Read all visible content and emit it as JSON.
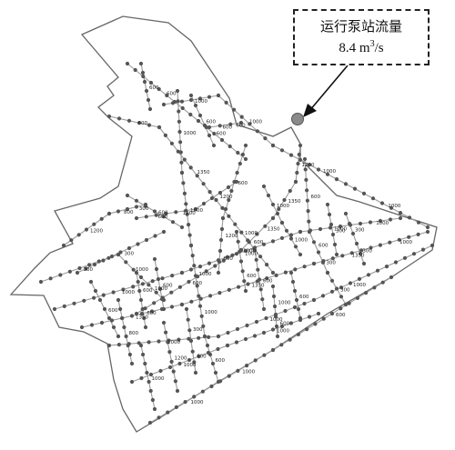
{
  "callout": {
    "title": "运行泵站流量",
    "value": "8.4 m",
    "unit_exp": "3",
    "unit_rest": "/s"
  },
  "pump_station": {
    "color": "#8a8a8a"
  },
  "colors": {
    "boundary": "#666666",
    "pipe": "#9a9a9a",
    "node": "#555555",
    "label": "#222222"
  },
  "diameter_labels": [
    "600",
    "600",
    "600",
    "600",
    "1350",
    "1000",
    "1000",
    "1000",
    "1000",
    "1000",
    "1200",
    "1350",
    "1350",
    "600",
    "600",
    "600",
    "1200",
    "800",
    "1000",
    "1000",
    "1000",
    "1000",
    "600",
    "600",
    "600",
    "1200",
    "1200",
    "1200",
    "800",
    "300",
    "300",
    "300",
    "1000",
    "1000",
    "1000",
    "1000",
    "1000",
    "1000",
    "1350",
    "1350",
    "1350",
    "1000",
    "1000",
    "1000",
    "1000",
    "1000",
    "1000",
    "1000",
    "1000",
    "600",
    "600",
    "600",
    "300",
    "300",
    "300",
    "300",
    "300",
    "1000",
    "1000",
    "1000",
    "600",
    "600",
    "600",
    "600",
    "600",
    "800",
    "600",
    "300",
    "600",
    "1200",
    "1000",
    "1000",
    "600",
    "600",
    "600",
    "600",
    "600",
    "600",
    "600",
    "300"
  ]
}
